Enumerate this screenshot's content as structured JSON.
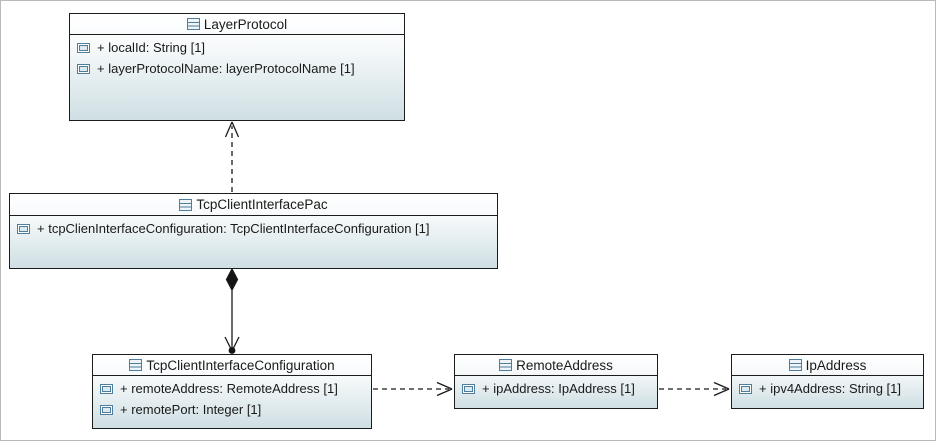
{
  "diagram": {
    "classes": [
      {
        "name": "LayerProtocol",
        "attributes": [
          "+ localId: String [1]",
          "+ layerProtocolName: layerProtocolName [1]"
        ]
      },
      {
        "name": "TcpClientInterfacePac",
        "attributes": [
          "+ tcpClienInterfaceConfiguration: TcpClientInterfaceConfiguration [1]"
        ]
      },
      {
        "name": "TcpClientInterfaceConfiguration",
        "attributes": [
          "+ remoteAddress: RemoteAddress [1]",
          "+ remotePort: Integer [1]"
        ]
      },
      {
        "name": "RemoteAddress",
        "attributes": [
          "+ ipAddress: IpAddress [1]"
        ]
      },
      {
        "name": "IpAddress",
        "attributes": [
          "+ ipv4Address: String [1]"
        ]
      }
    ],
    "connectors": [
      {
        "type": "dependency",
        "from": "TcpClientInterfacePac",
        "to": "LayerProtocol",
        "line": "dashed",
        "end": "open-arrow"
      },
      {
        "type": "composition",
        "from": "TcpClientInterfacePac",
        "to": "TcpClientInterfaceConfiguration",
        "line": "solid",
        "start": "filled-diamond",
        "end": "open-arrow-dot"
      },
      {
        "type": "dependency",
        "from": "TcpClientInterfaceConfiguration",
        "to": "RemoteAddress",
        "line": "dashed",
        "end": "open-arrow"
      },
      {
        "type": "dependency",
        "from": "RemoteAddress",
        "to": "IpAddress",
        "line": "dashed",
        "end": "open-arrow"
      }
    ],
    "colors": {
      "box_border": "#1c1c1c",
      "box_gradient_top": "#ffffff",
      "box_gradient_bottom": "#cfdfe3",
      "icon_stroke": "#4d7f9d",
      "icon_fill": "#dce9f0",
      "connector": "#1a1a1a",
      "text": "#1a1a1a"
    }
  }
}
